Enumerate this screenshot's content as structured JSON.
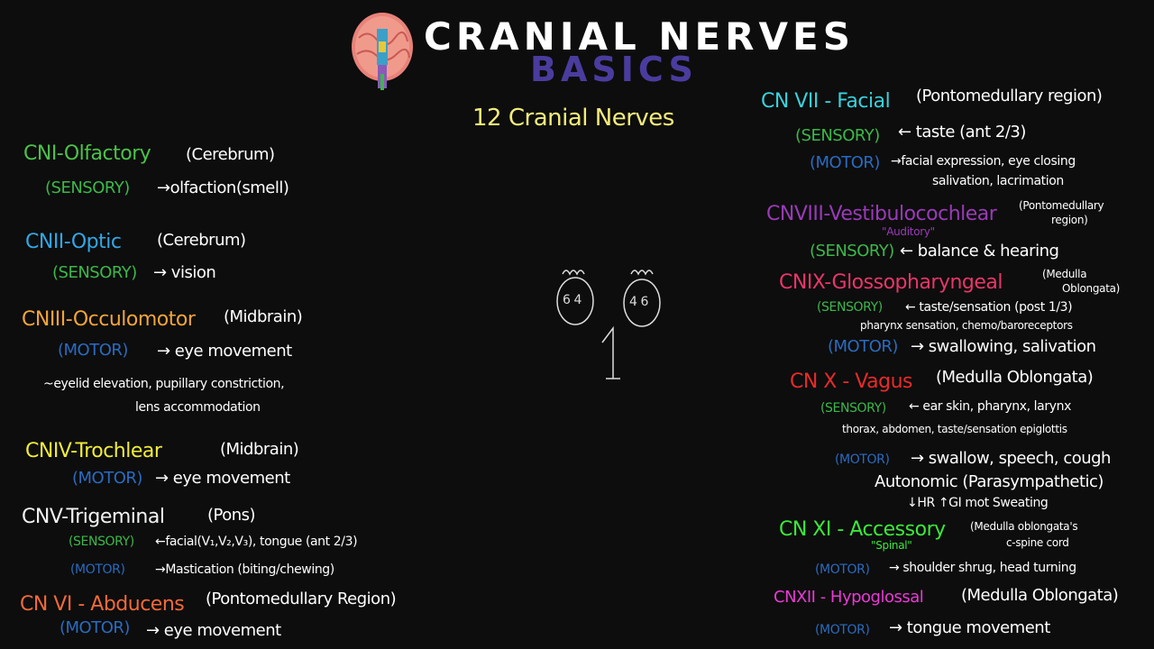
{
  "colors": {
    "olfactory": "#4cc24a",
    "optic": "#33a7e6",
    "occulomotor": "#f2a53a",
    "trochlear": "#f0ec3a",
    "trigeminal": "#f2f2f2",
    "abducens": "#f26a3a",
    "facial": "#3ad1dc",
    "vestibulo": "#9a3ab8",
    "glosso": "#e8366a",
    "vagus": "#e82a2a",
    "accessory": "#3aea3a",
    "hypo": "#ea3ad6",
    "sensory": "#3cb84a",
    "motor": "#2a6bc0",
    "title_yellow": "#f2ec7a"
  },
  "header": {
    "title": "CRANIAL NERVES",
    "subtitle": "BASICS",
    "brain_icon": "brain-icon"
  },
  "center": {
    "heading": "12 Cranial Nerves",
    "left_digits": "6 4",
    "right_digits": "4 6",
    "marks_top": "m",
    "number": "1"
  },
  "left": {
    "cn1": {
      "name": "CNI-Olfactory",
      "location": "(Cerebrum)",
      "sensory": "(SENSORY)",
      "sensory_text": "→olfaction(smell)"
    },
    "cn2": {
      "name": "CNII-Optic",
      "location": "(Cerebrum)",
      "sensory": "(SENSORY)",
      "sensory_text": "→ vision"
    },
    "cn3": {
      "name": "CNIII-Occulomotor",
      "location": "(Midbrain)",
      "motor": "(MOTOR)",
      "motor_text": "→ eye movement",
      "note1": "~eyelid elevation, pupillary constriction,",
      "note2": "lens accommodation"
    },
    "cn4": {
      "name": "CNIV-Trochlear",
      "location": "(Midbrain)",
      "motor": "(MOTOR)",
      "motor_text": "→ eye movement"
    },
    "cn5": {
      "name": "CNV-Trigeminal",
      "location": "(Pons)",
      "sensory": "(SENSORY)",
      "sensory_text": "←facial(V₁,V₂,V₃), tongue (ant 2/3)",
      "motor": "(MOTOR)",
      "motor_text": "→Mastication (biting/chewing)"
    },
    "cn6": {
      "name": "CN VI - Abducens",
      "location": "(Pontomedullary Region)",
      "motor": "(MOTOR)",
      "motor_text": "→ eye movement"
    }
  },
  "right": {
    "cn7": {
      "name": "CN VII - Facial",
      "location": "(Pontomedullary region)",
      "sensory": "(SENSORY)",
      "sensory_text": "← taste (ant 2/3)",
      "motor": "(MOTOR)",
      "motor_text": "→facial expression, eye closing",
      "motor_text2": "salivation, lacrimation"
    },
    "cn8": {
      "name": "CNVIII-Vestibulocochlear",
      "location": "(Pontomedullary",
      "location2": "region)",
      "alias": "\"Auditory\"",
      "sensory": "(SENSORY)",
      "sensory_text": "← balance & hearing"
    },
    "cn9": {
      "name": "CNIX-Glossopharyngeal",
      "location": "(Medulla",
      "location2": "Oblongata)",
      "sensory": "(SENSORY)",
      "sensory_text": "← taste/sensation (post 1/3)",
      "sensory_text2": "pharynx sensation, chemo/baroreceptors",
      "motor": "(MOTOR)",
      "motor_text": "→ swallowing, salivation"
    },
    "cn10": {
      "name": "CN X - Vagus",
      "location": "(Medulla Oblongata)",
      "sensory": "(SENSORY)",
      "sensory_text": "← ear skin, pharynx, larynx",
      "sensory_text2": "thorax, abdomen, taste/sensation epiglottis",
      "motor": "(MOTOR)",
      "motor_text": "→ swallow, speech, cough",
      "auto1": "Autonomic (Parasympathetic)",
      "auto2": "↓HR  ↑GI mot  Sweating"
    },
    "cn11": {
      "name": "CN XI - Accessory",
      "alias": "\"Spinal\"",
      "location": "(Medulla oblongata's",
      "location2": "c-spine cord",
      "motor": "(MOTOR)",
      "motor_text": "→ shoulder shrug, head turning"
    },
    "cn12": {
      "name": "CNXII - Hypoglossal",
      "location": "(Medulla Oblongata)",
      "motor": "(MOTOR)",
      "motor_text": "→ tongue movement"
    }
  }
}
